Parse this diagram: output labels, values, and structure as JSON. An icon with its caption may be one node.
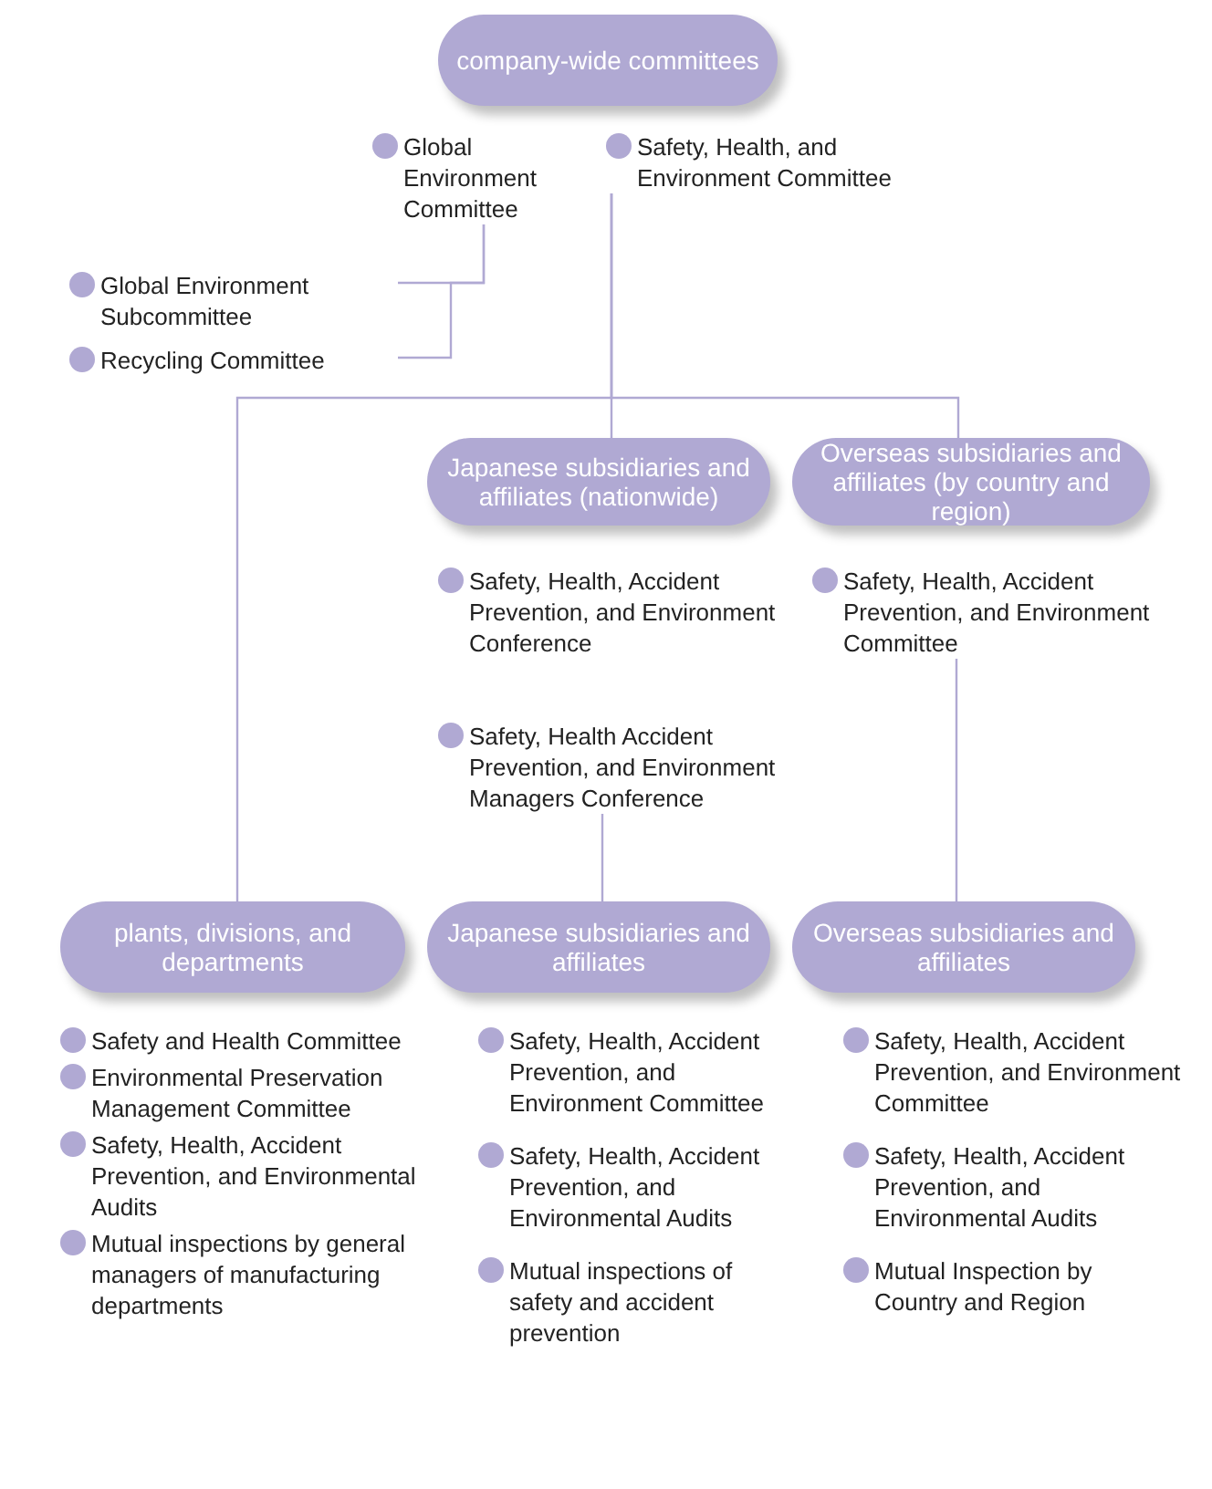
{
  "diagram": {
    "nodes": [
      {
        "text": [
          "company-wide committees"
        ]
      },
      {
        "text": [
          "Global Environment Committee"
        ]
      },
      {
        "text": [
          "Safety, Health, and Environment Committee"
        ]
      },
      {
        "text": [
          "Global Environment Subcommittee"
        ]
      },
      {
        "text": [
          "Recycling Committee"
        ]
      },
      {
        "text": [
          "Japanese subsidiaries and affiliates (nationwide)"
        ]
      },
      {
        "text": [
          "Overseas subsidiaries and affiliates (by country and region)"
        ]
      },
      {
        "text": [
          "Safety, Health, Accident Prevention, and Environment Conference"
        ]
      },
      {
        "text": [
          "Safety, Health Accident Prevention, and Environment Managers Conference"
        ]
      },
      {
        "text": [
          "Safety, Health, Accident Prevention, and Environment Committee"
        ]
      },
      {
        "text": [
          "plants, divisions, and departments"
        ]
      },
      {
        "text": [
          "Japanese subsidiaries and affiliates"
        ]
      },
      {
        "text": [
          "Overseas subsidiaries and affiliates"
        ]
      },
      {
        "text": [
          "Safety and Health Committee"
        ]
      },
      {
        "text": [
          "Environmental Preservation Management Committee"
        ]
      },
      {
        "text": [
          "Safety, Health, Accident Prevention, and Environmental Audits"
        ]
      },
      {
        "text": [
          "Mutual inspections by general managers of manufacturing departments"
        ]
      },
      {
        "text": [
          "Safety, Health, Accident Prevention, and Environment Committee"
        ]
      },
      {
        "text": [
          "Safety, Health, Accident Prevention, and Environmental Audits"
        ]
      },
      {
        "text": [
          "Mutual inspections of safety and accident prevention"
        ]
      },
      {
        "text": [
          "Safety, Health, Accident Prevention, and Environment Committee"
        ]
      },
      {
        "text": [
          "Safety, Health, Accident Prevention, and Environmental Audits"
        ]
      },
      {
        "text": [
          "Mutual Inspection by Country and Region"
        ]
      }
    ],
    "edges": [
      {
        "from": 1,
        "to": 3,
        "arrow": "none"
      },
      {
        "from": 1,
        "to": 4,
        "arrow": "none"
      },
      {
        "from": 2,
        "to": 10,
        "arrow": "none"
      },
      {
        "from": 2,
        "to": 5,
        "arrow": "none"
      },
      {
        "from": 2,
        "to": 6,
        "arrow": "none"
      },
      {
        "from": 8,
        "to": 11,
        "arrow": "none"
      },
      {
        "from": 9,
        "to": 12,
        "arrow": "none"
      }
    ]
  }
}
